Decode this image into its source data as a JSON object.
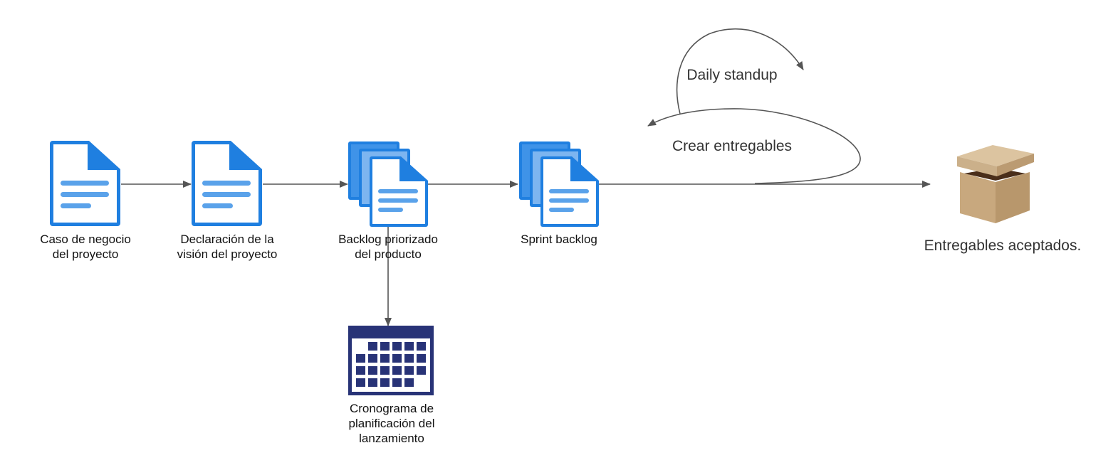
{
  "nodes": {
    "caso": {
      "line1": "Caso de negocio",
      "line2": "del proyecto",
      "icon": "document-icon"
    },
    "declaracion": {
      "line1": "Declaración de la",
      "line2": "visión del proyecto",
      "icon": "document-icon"
    },
    "backlog": {
      "line1": "Backlog priorizado",
      "line2": "del producto",
      "icon": "stacked-documents-icon"
    },
    "sprint": {
      "line1": "Sprint backlog",
      "icon": "stacked-documents-icon"
    },
    "cronograma": {
      "line1": "Cronograma de",
      "line2": "planificación del",
      "line3": "lanzamiento",
      "icon": "calendar-icon"
    },
    "entregables": {
      "line1": "Entregables aceptados.",
      "icon": "box-icon"
    }
  },
  "loops": {
    "daily": "Daily standup",
    "crear": "Crear entregables"
  },
  "colors": {
    "doc_fill": "#1f7fe0",
    "doc_page": "#ffffff",
    "doc_line": "#5aa2ea",
    "doc_back": "#3f93e8",
    "calendar": "#283377",
    "arrow": "#555555",
    "box": "#c8a87e"
  }
}
